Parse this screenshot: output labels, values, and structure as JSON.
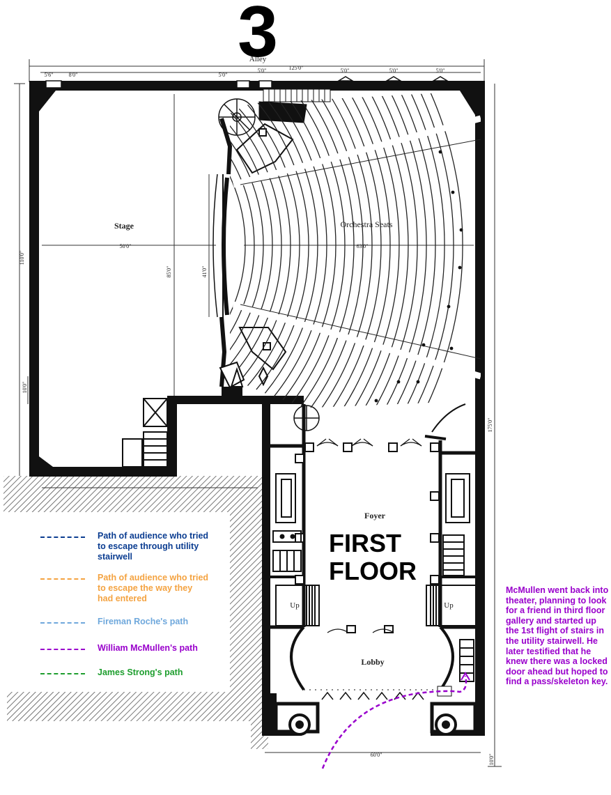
{
  "page_number": "3",
  "floor_label_line1": "FIRST",
  "floor_label_line2": "FLOOR",
  "plan_labels": {
    "alley": "Alley",
    "stage": "Stage",
    "orchestra": "Orchestra Seats",
    "foyer": "Foyer",
    "lobby": "Lobby",
    "up_left": "Up",
    "up_right": "Up",
    "dim_top_total": "125'0\"",
    "dim_top_a": "5'6\"",
    "dim_top_b": "8'0\"",
    "dim_top_c": "5'0\"",
    "dim_top_d": "5'0\"",
    "dim_top_e": "5'0\"",
    "dim_top_f": "5'0\"",
    "dim_top_g": "5'0\"",
    "dim_stage_width": "50'0\"",
    "dim_seats_width": "63'0\"",
    "dim_stage_depth": "85'0\"",
    "dim_proscenium": "41'0\"",
    "dim_left_total": "110'0\"",
    "dim_left_small": "10'0\"",
    "dim_right_total": "175'0\"",
    "dim_bottom": "60'0\"",
    "dim_bottom_right": "10'0\""
  },
  "legend": [
    {
      "label": "Path of audience who tried to escape through utility stairwell",
      "color": "#0b3d91"
    },
    {
      "label": "Path of audience who tried to escape the way they had entered",
      "color": "#f4a341"
    },
    {
      "label": "Fireman Roche's path",
      "color": "#6fa8dc"
    },
    {
      "label": "William McMullen's path",
      "color": "#9900cc"
    },
    {
      "label": "James Strong's path",
      "color": "#1e9e2e"
    }
  ],
  "note": "McMullen went back into theater, planning to look for a friend in third floor gallery and started up the 1st flight of stairs in the utility stairwell.  He later testified that he knew there was a locked door ahead but hoped to find a pass/skeleton key."
}
